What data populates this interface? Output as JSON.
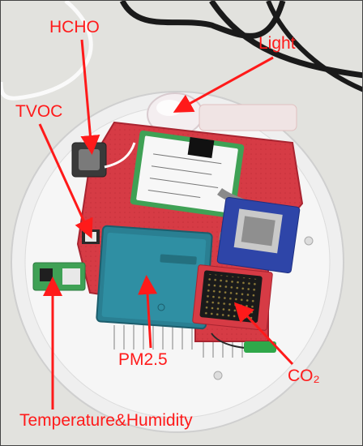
{
  "labels": {
    "hcho": "HCHO",
    "light": "Light",
    "tvoc": "TVOC",
    "pm25": "PM2.5",
    "co2": "CO₂",
    "temp_humidity": "Temperature&Humidity"
  },
  "colors": {
    "annotation": "#ff1a1a",
    "background": "#e2e2de",
    "enclosure": "#efefef",
    "pcb": "#d63b45",
    "pm_sensor": "#2a7f92",
    "co2_board": "#1a1a1a",
    "module_board": "#2e45a8",
    "cable": "#1a1a1a"
  }
}
